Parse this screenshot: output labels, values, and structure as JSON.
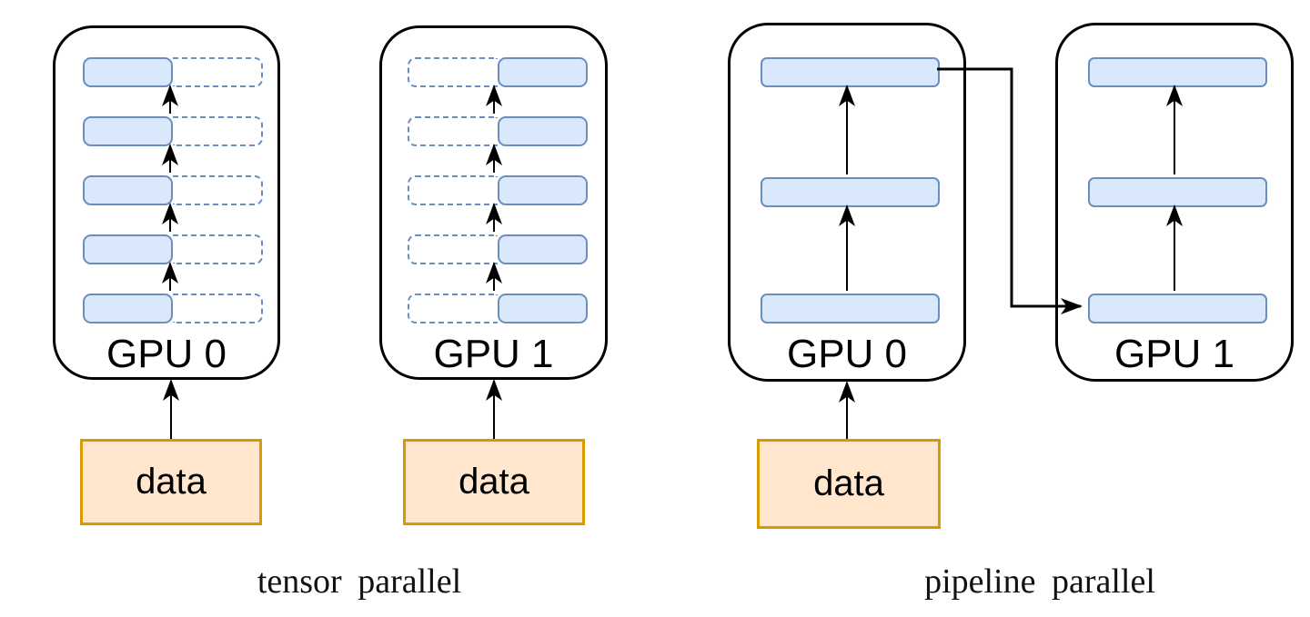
{
  "panels": [
    {
      "caption": "tensor parallel",
      "gpus": [
        {
          "label": "GPU 0",
          "layers": 5,
          "shard": "left-half-solid-right-half-dashed"
        },
        {
          "label": "GPU 1",
          "layers": 5,
          "shard": "left-half-dashed-right-half-solid"
        }
      ],
      "data_boxes": [
        {
          "label": "data"
        },
        {
          "label": "data"
        }
      ]
    },
    {
      "caption": "pipeline parallel",
      "gpus": [
        {
          "label": "GPU 0",
          "layers": 3
        },
        {
          "label": "GPU 1",
          "layers": 3
        }
      ],
      "data_boxes": [
        {
          "label": "data"
        }
      ],
      "connector": {
        "from": "GPU 0 top layer",
        "to": "GPU 1 bottom layer"
      }
    }
  ],
  "colors": {
    "layer-fill": "#dae8fc",
    "layer-stroke": "#6c8ebf",
    "data-fill": "#ffe6cc",
    "data-stroke": "#d79b00",
    "line": "#000000"
  }
}
